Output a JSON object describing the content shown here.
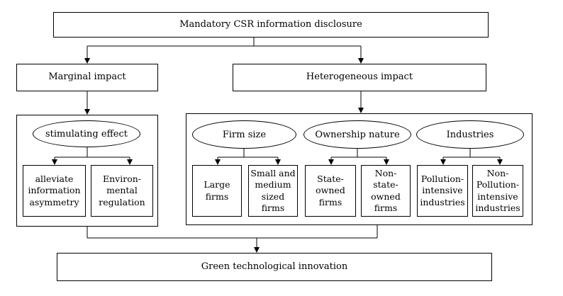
{
  "top": "Mandatory CSR information disclosure",
  "marginal": "Marginal impact",
  "heterogeneous": "Heterogeneous impact",
  "stimulating": "stimulating effect",
  "alleviate": "alleviate\ninformation\nasymmetry",
  "environmental": "Environ-\nmental\nregulation",
  "firm_size": "Firm size",
  "ownership": "Ownership nature",
  "industries": "Industries",
  "large": "Large\nfirms",
  "small_medium": "Small and\nmedium\nsized\nfirms",
  "state_owned": "State-\nowned\nfirms",
  "non_state": "Non-\nstate-\nowned\nfirms",
  "pollution": "Pollution-\nintensive\nindustries",
  "non_pollution": "Non-\nPollution-\nintensive\nindustries",
  "bottom": "Green technological innovation"
}
